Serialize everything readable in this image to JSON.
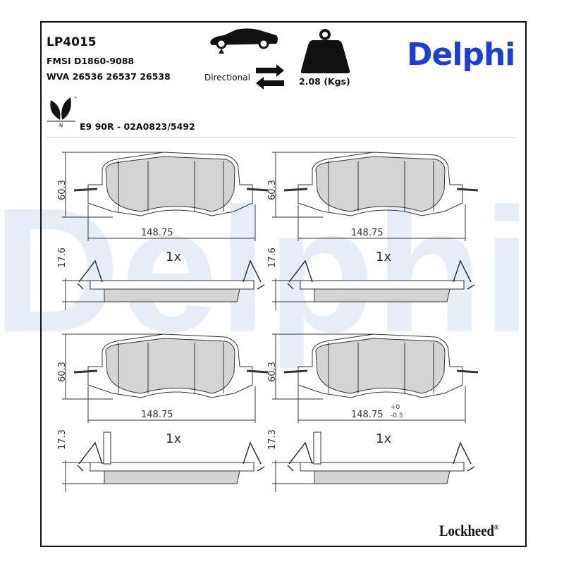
{
  "header": {
    "part_number": "LP4015",
    "fmsi": "FMSI D1860-9088",
    "wva": "WVA 26536 26537 26538",
    "approval": "E9 90R - 02A0823/5492",
    "directional_label": "Directional",
    "weight": "2.08 (Kgs)",
    "eco_mark": "N",
    "tm": "™"
  },
  "brand": {
    "logo": "Delphi",
    "watermark": "Delphi",
    "secondary": "Lockheed",
    "registered": "®",
    "color": "#1b3fd6"
  },
  "drawings": [
    {
      "height": "60.3",
      "width": "148.75",
      "width_tol_upper": "",
      "width_tol_lower": "",
      "thickness": "17.6",
      "qty": "1x"
    },
    {
      "height": "60.3",
      "width": "148.75",
      "width_tol_upper": "",
      "width_tol_lower": "",
      "thickness": "17.6",
      "qty": "1x"
    },
    {
      "height": "60.3",
      "width": "148.75",
      "width_tol_upper": "",
      "width_tol_lower": "",
      "thickness": "17.3",
      "qty": "1x"
    },
    {
      "height": "60.3",
      "width": "148.75",
      "width_tol_upper": "+0",
      "width_tol_lower": "-0.5",
      "thickness": "17.3",
      "qty": "1x"
    }
  ],
  "icons": [
    "car-axle-icon",
    "directional-arrows-icon",
    "weight-icon",
    "eco-leaf-icon"
  ]
}
